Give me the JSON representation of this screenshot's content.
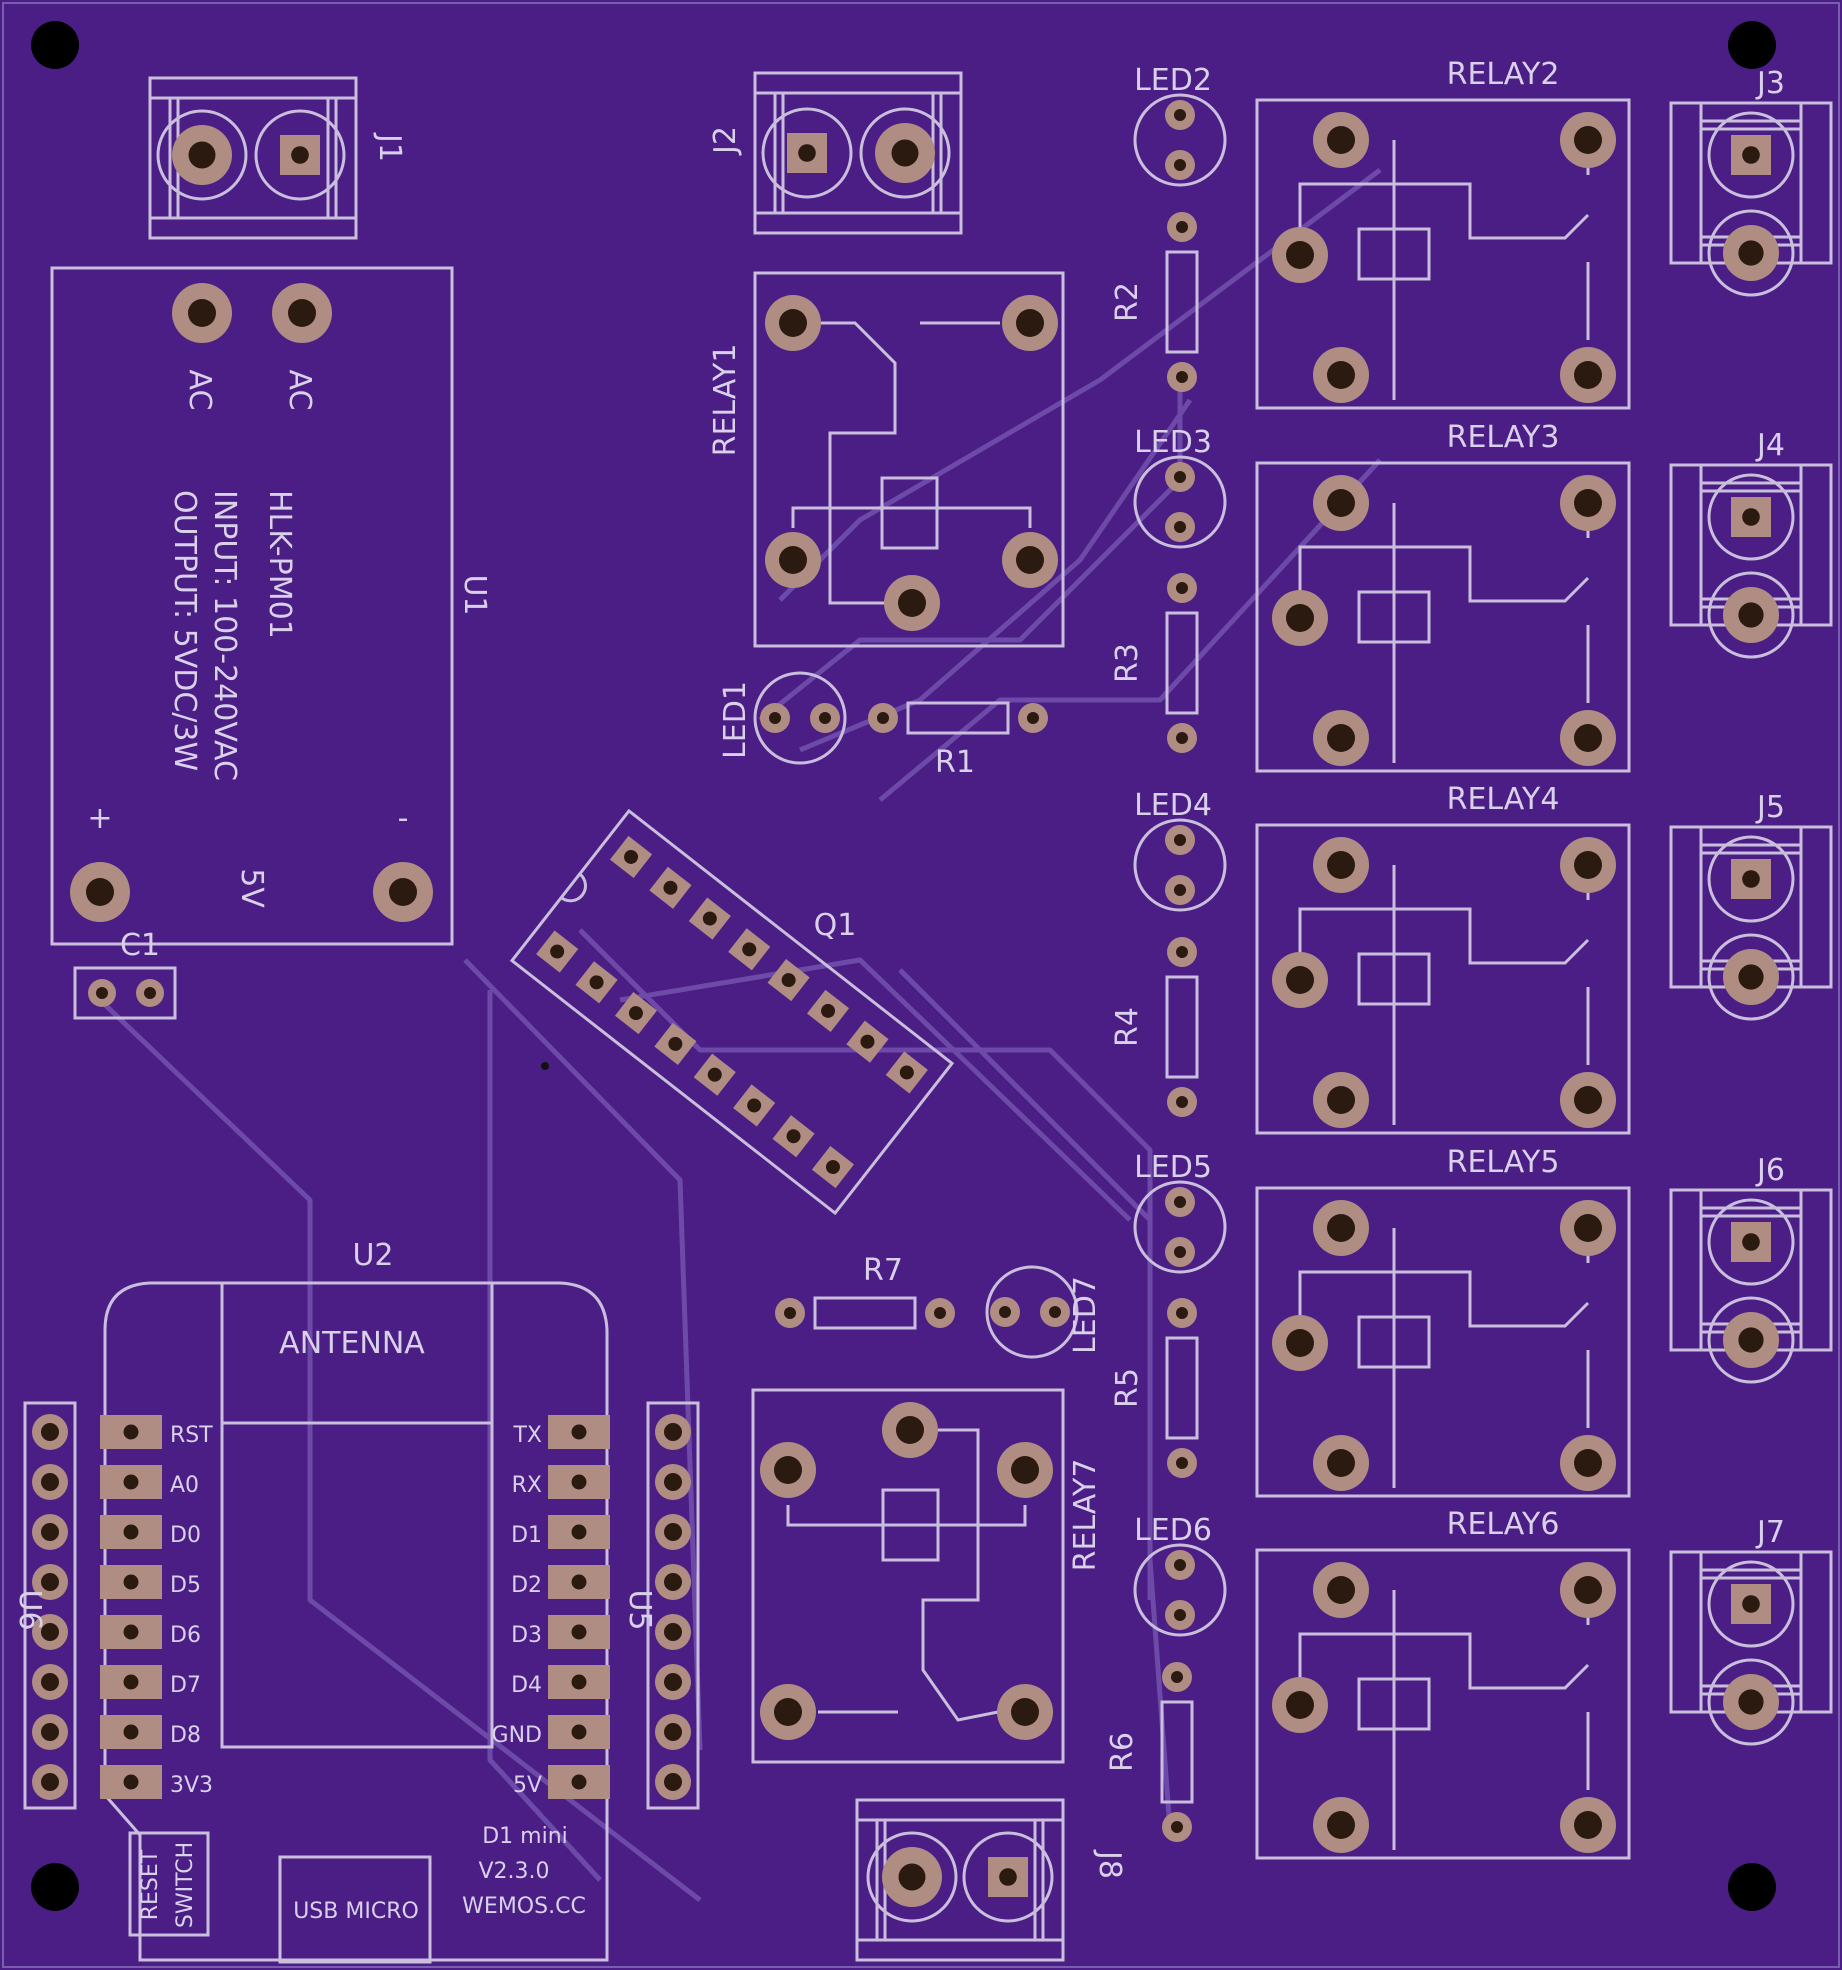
{
  "board": {
    "colors": {
      "board": "#4b1e86",
      "silk": "#c9bfdc",
      "pad": "#b08d82",
      "hole": "#2a1a10",
      "trace": "#6d4aa8"
    },
    "labels": {
      "J1": "J1",
      "J2": "J2",
      "J3": "J3",
      "J4": "J4",
      "J5": "J5",
      "J6": "J6",
      "J7": "J7",
      "J8": "J8",
      "U1": "U1",
      "U2": "U2",
      "U5": "U5",
      "U6": "U6",
      "Q1": "Q1",
      "C1": "C1",
      "RELAY1": "RELAY1",
      "RELAY2": "RELAY2",
      "RELAY3": "RELAY3",
      "RELAY4": "RELAY4",
      "RELAY5": "RELAY5",
      "RELAY6": "RELAY6",
      "RELAY7": "RELAY7",
      "LED1": "LED1",
      "LED2": "LED2",
      "LED3": "LED3",
      "LED4": "LED4",
      "LED5": "LED5",
      "LED6": "LED6",
      "LED7": "LED7",
      "R1": "R1",
      "R2": "R2",
      "R3": "R3",
      "R4": "R4",
      "R5": "R5",
      "R6": "R6",
      "R7": "R7"
    },
    "hlk": {
      "ac1": "AC",
      "ac2": "AC",
      "name": "HLK-PM01",
      "input": "INPUT: 100-240VAC",
      "output": "OUTPUT: 5VDC/3W",
      "plus": "+",
      "minus": "-",
      "v5": "5V"
    },
    "wemos": {
      "antenna": "ANTENNA",
      "left_pins": [
        "RST",
        "A0",
        "D0",
        "D5",
        "D6",
        "D7",
        "D8",
        "3V3"
      ],
      "right_pins": [
        "TX",
        "RX",
        "D1",
        "D2",
        "D3",
        "D4",
        "GND",
        "5V"
      ],
      "model": "D1  mini",
      "version": "V2.3.0",
      "site": "WEMOS.CC",
      "usb": "USB MICRO",
      "reset1": "RESET",
      "reset2": "SWITCH"
    }
  }
}
